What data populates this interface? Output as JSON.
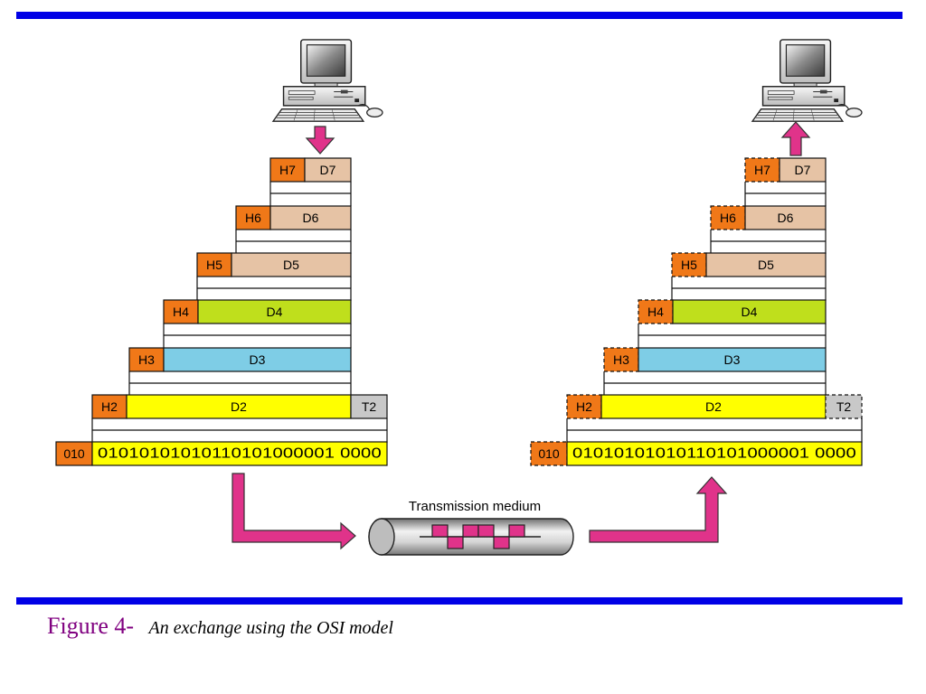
{
  "colors": {
    "rule": "#0000e6",
    "header": "#f07818",
    "application_data": "#e6c3a5",
    "transport_data": "#bfdf1c",
    "network_data": "#7ecde6",
    "datalink_data": "#ffff00",
    "trailer": "#c8c8c8",
    "arrow": "#e0338a",
    "caption": "#800080"
  },
  "sender": {
    "computer_icon": "desktop-computer-icon",
    "layers": [
      {
        "header": "H7",
        "data": "D7"
      },
      {
        "header": "H6",
        "data": "D6"
      },
      {
        "header": "H5",
        "data": "D5"
      },
      {
        "header": "H4",
        "data": "D4"
      },
      {
        "header": "H3",
        "data": "D3"
      },
      {
        "header": "H2",
        "data": "D2",
        "trailer": "T2"
      }
    ],
    "bits_header": "010",
    "bits": "01010101010110101000001 0000"
  },
  "receiver": {
    "computer_icon": "desktop-computer-icon",
    "layers": [
      {
        "header": "H7",
        "data": "D7"
      },
      {
        "header": "H6",
        "data": "D6"
      },
      {
        "header": "H5",
        "data": "D5"
      },
      {
        "header": "H4",
        "data": "D4"
      },
      {
        "header": "H3",
        "data": "D3"
      },
      {
        "header": "H2",
        "data": "D2",
        "trailer": "T2"
      }
    ],
    "bits_header": "010",
    "bits": "01010101010110101000001 0000"
  },
  "medium": {
    "label": "Transmission medium",
    "icon": "cable-signal-icon"
  },
  "caption": {
    "prefix": "Figure 4-",
    "text": "An exchange using the OSI model"
  }
}
